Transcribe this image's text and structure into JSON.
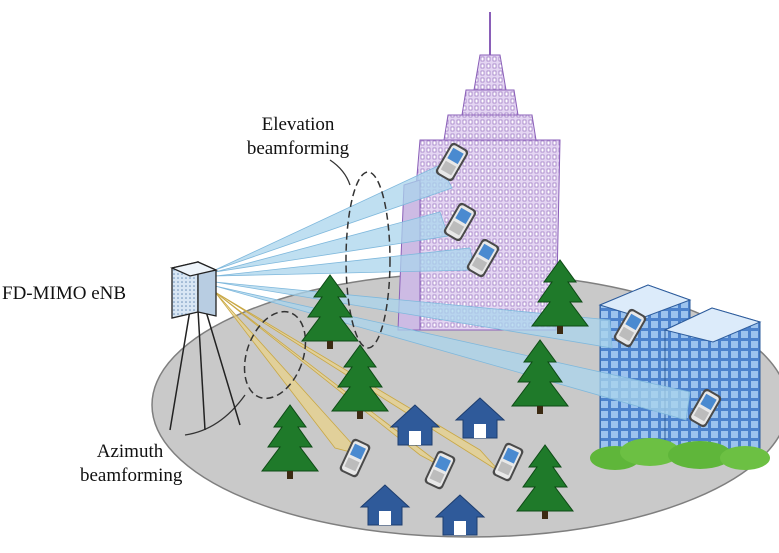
{
  "labels": {
    "elevation_line1": "Elevation",
    "elevation_line2": "beamforming",
    "azimuth_line1": "Azimuth",
    "azimuth_line2": "beamforming",
    "enb": "FD-MIMO eNB"
  },
  "colors": {
    "ground": "#c9c9c9",
    "ground_edge": "#7f7f7f",
    "elevation_beam": "#a9d4ec",
    "azimuth_beam": "#e8d18a",
    "skyscraper": "#d9c8ec",
    "skyscraper_lines": "#8a5fb8",
    "office_tower": "#5b8fd4",
    "tree": "#1f7a2a",
    "house": "#2f5a9a",
    "bush": "#5fb63a"
  },
  "icons": [
    "antenna-panel-icon",
    "skyscraper-icon",
    "office-tower-icon",
    "tree-icon",
    "house-icon",
    "mobile-phone-icon"
  ]
}
